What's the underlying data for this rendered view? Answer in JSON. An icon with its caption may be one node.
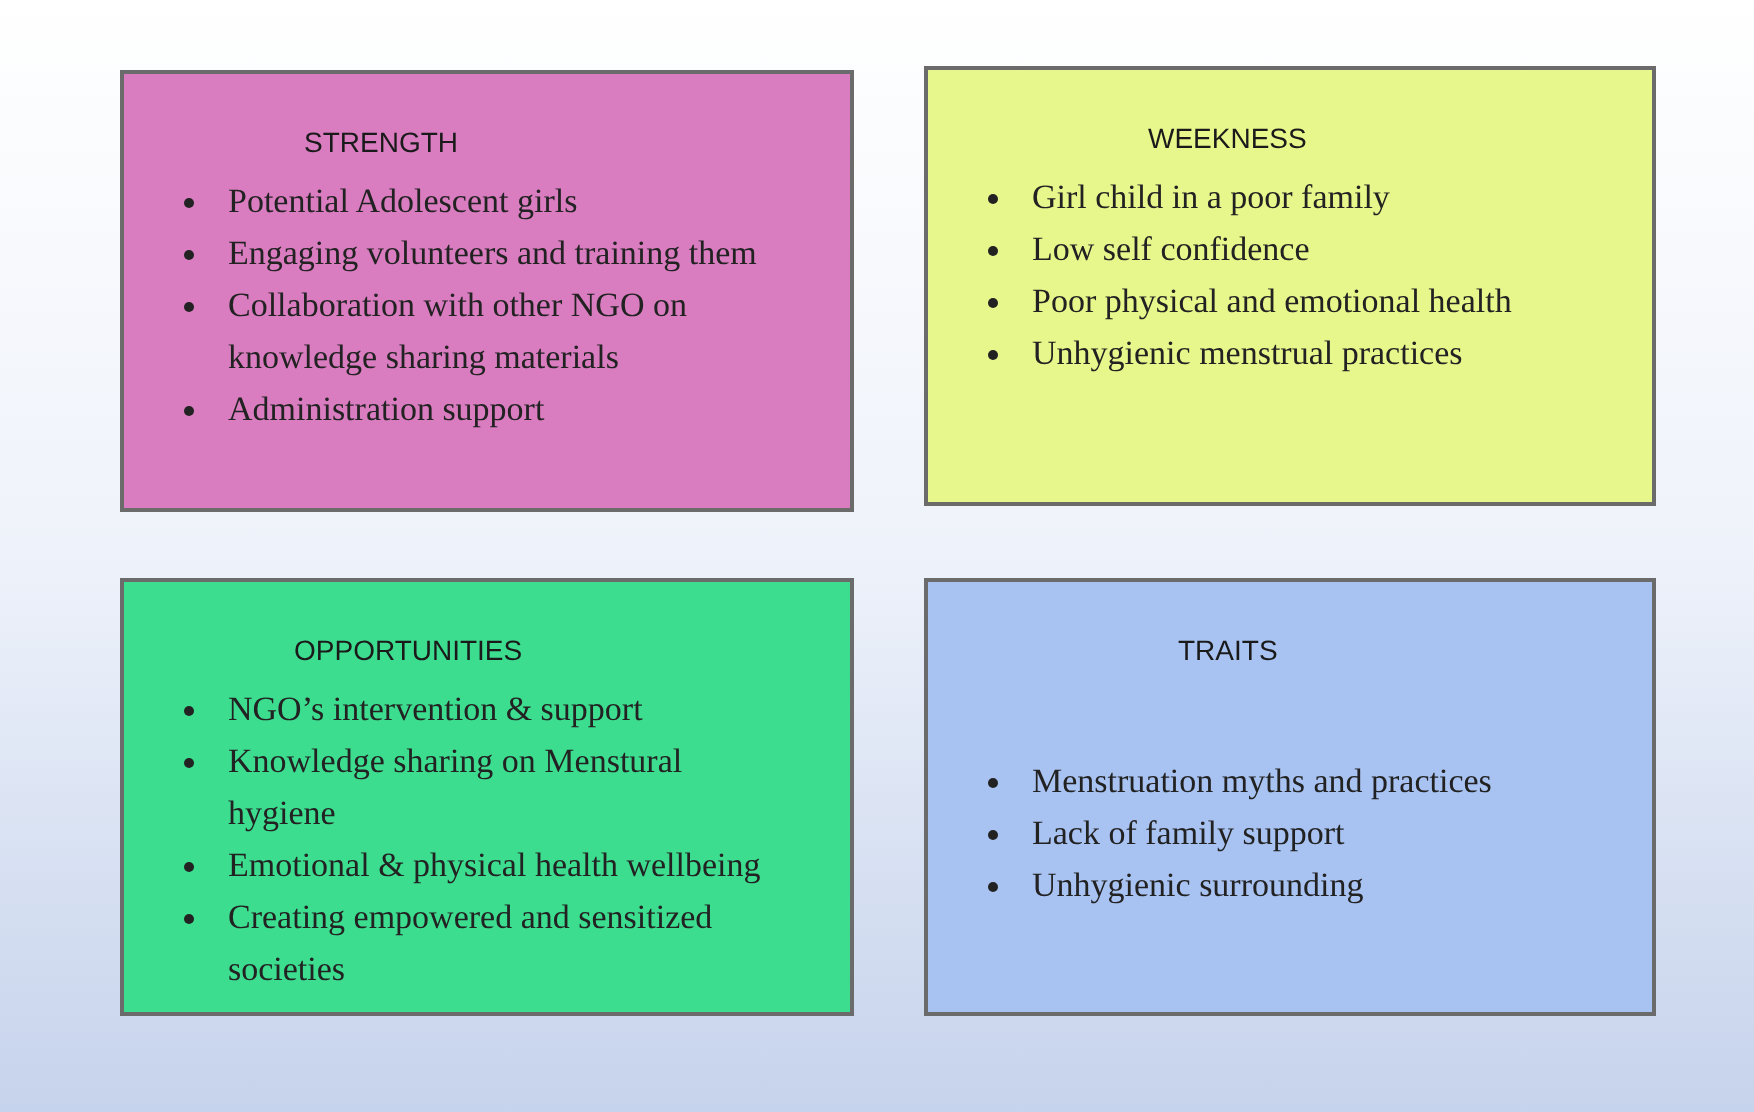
{
  "diagram": {
    "nodes": [
      {
        "text": [
          "STRENGTH",
          "Potential Adolescent girls",
          "Engaging volunteers and training them",
          "Collaboration with other NGO on knowledge sharing materials",
          "Administration support"
        ]
      },
      {
        "text": [
          "WEEKNESS",
          "Girl child in a poor family",
          "Low self confidence",
          "Poor physical and emotional health",
          "Unhygienic menstrual practices"
        ]
      },
      {
        "text": [
          "OPPORTUNITIES",
          "NGO’s intervention & support",
          "Knowledge sharing on Menstural hygiene",
          "Emotional & physical health wellbeing",
          "Creating empowered and sensitized societies"
        ]
      },
      {
        "text": [
          "TRAITS",
          "Menstruation myths and practices",
          "Lack of family  support",
          "Unhygienic surrounding"
        ]
      }
    ]
  }
}
